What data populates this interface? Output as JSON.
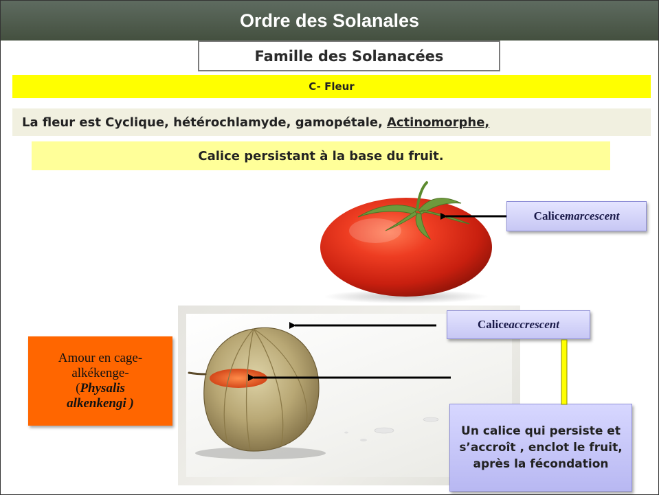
{
  "slide": {
    "title": "Ordre des Solanales",
    "subtitle": "Famille des Solanacées",
    "section": "C- Fleur",
    "description": {
      "main": "La fleur est  Cyclique, hétérochlamyde, gamopétale,",
      "underlined": "Actinomorphe,"
    },
    "calyx_note": "Calice persistant à la base du fruit."
  },
  "labels": {
    "marcescent": {
      "prefix": "Calice ",
      "term": "marcescent"
    },
    "accrescent": {
      "prefix": "Calice  ",
      "term": "accrescent"
    }
  },
  "plant_name": {
    "line1": "Amour en cage-",
    "line2": "alkékenge-",
    "line3_prefix": "(",
    "line3": "Physalis",
    "line4": "alkenkengi )"
  },
  "explanation": "Un calice qui persiste et s’accroît , enclot le fruit, après la fécondation",
  "colors": {
    "title_bar": "#4f5b4c",
    "section_bar": "#ffff00",
    "calyx_bar": "#ffff99",
    "plant_box": "#ff6600",
    "label_box": "#c7c7f4",
    "connector": "#ffff00"
  }
}
